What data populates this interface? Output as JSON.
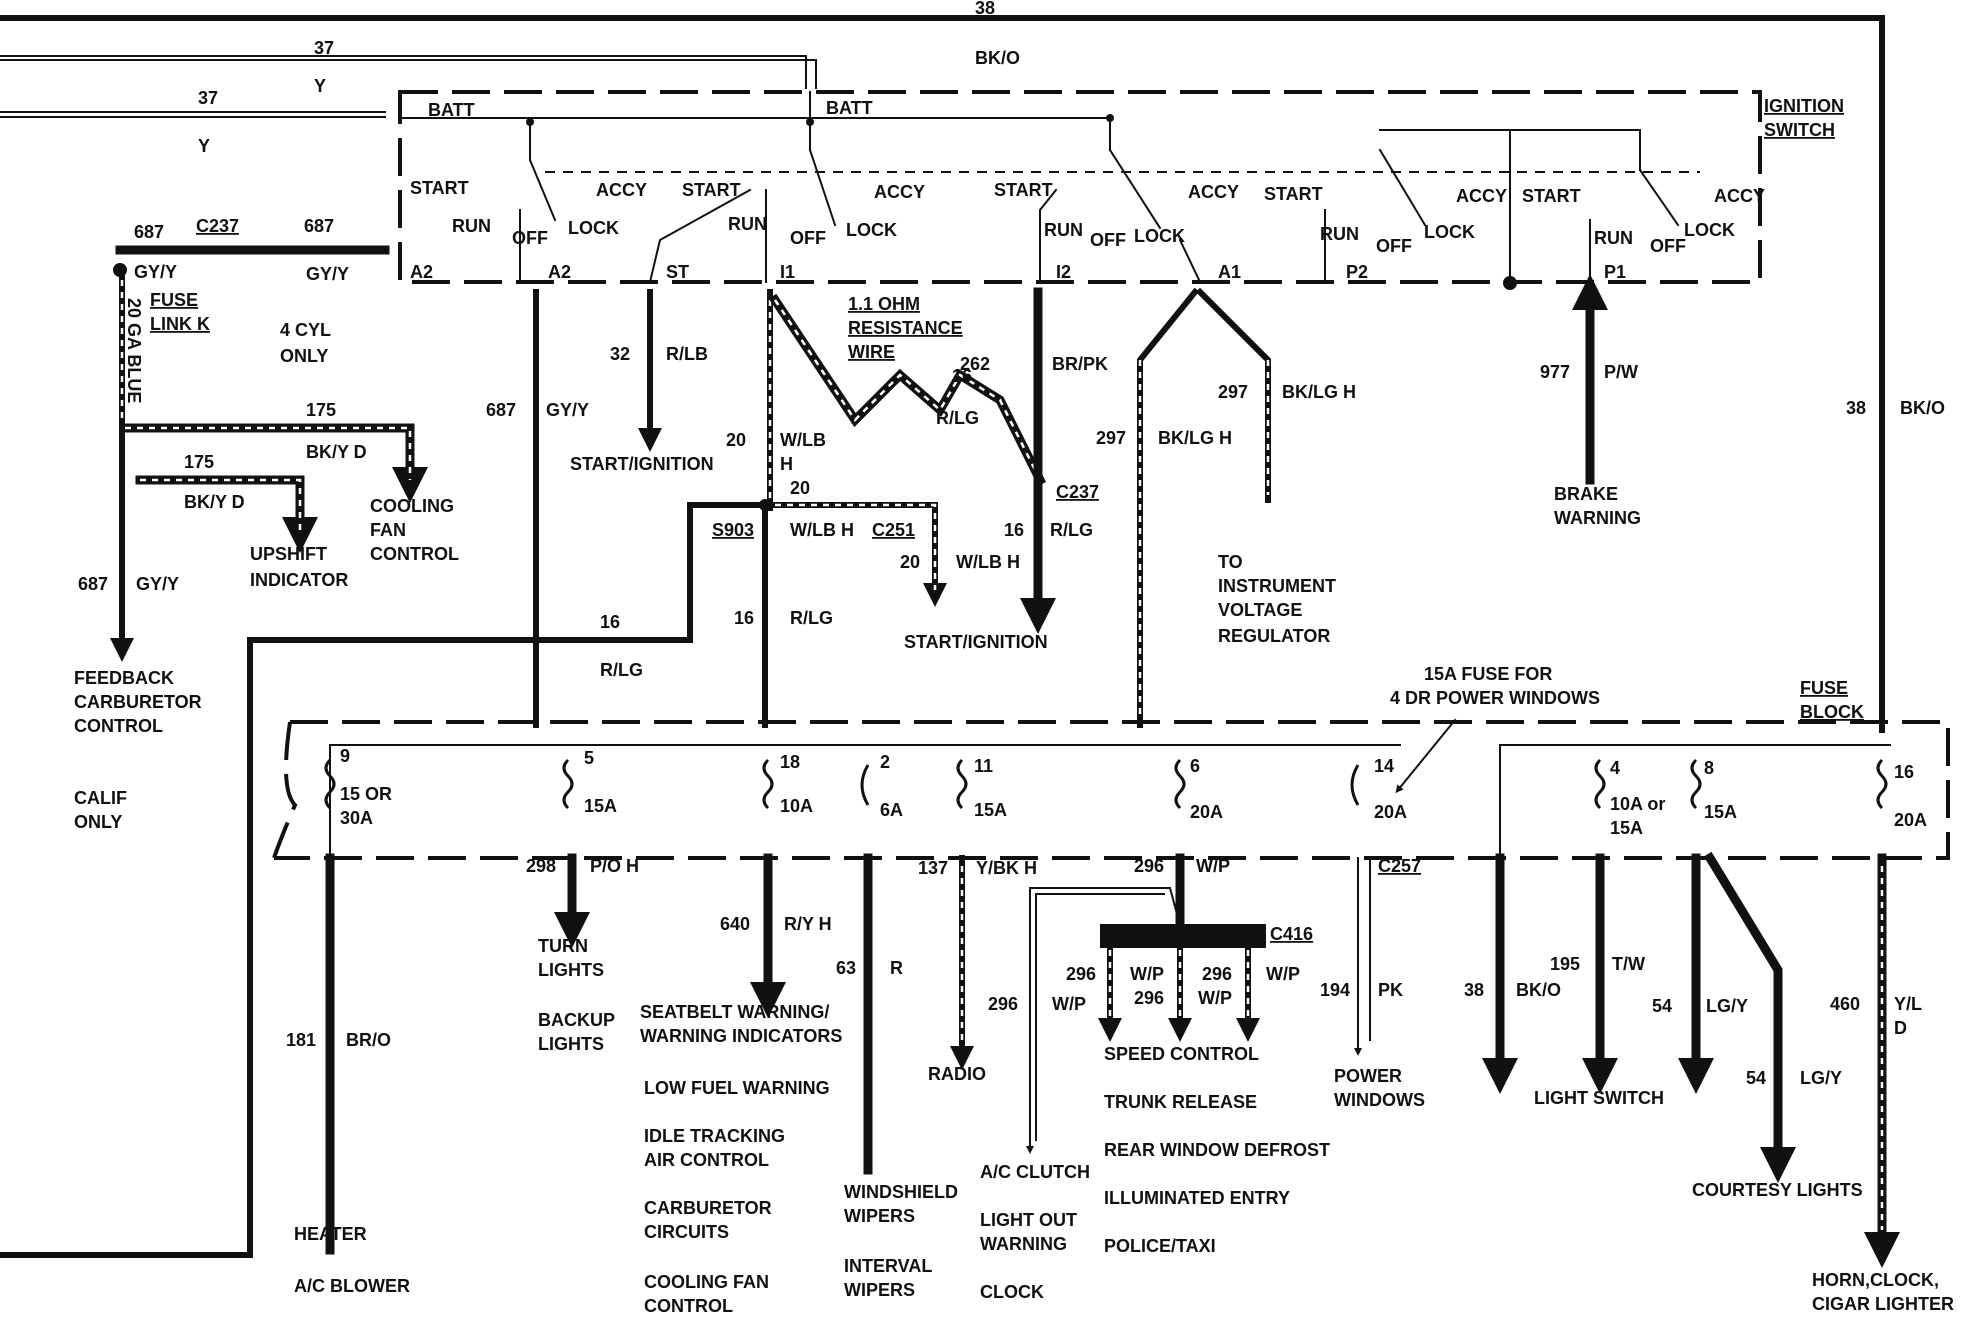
{
  "colors": {
    "ink": "#111111",
    "paper": "#ffffff"
  },
  "top": {
    "c38": "38",
    "bko_top": "BK/O",
    "c37a": "37",
    "ya": "Y",
    "c37b": "37",
    "yb": "Y"
  },
  "ignition": {
    "title1": "IGNITION",
    "title2": "SWITCH",
    "batt": "BATT",
    "start": "START",
    "run": "RUN",
    "off": "OFF",
    "lock": "LOCK",
    "accy": "ACCY",
    "a2": "A2",
    "st": "ST",
    "i1": "I1",
    "i2": "I2",
    "a1": "A1",
    "p2": "P2",
    "p1": "P1"
  },
  "left": {
    "c687a": "687",
    "c237": "C237",
    "c687b": "687",
    "gyy1": "GY/Y",
    "gyy2": "GY/Y",
    "fuse1": "FUSE",
    "fuse2": "LINK K",
    "ga": "20 GA BLUE",
    "cyl1": "4 CYL",
    "cyl2": "ONLY",
    "c175a": "175",
    "bkyd1": "BK/Y D",
    "c175b": "175",
    "bkyd2": "BK/Y D",
    "cool1": "COOLING",
    "cool2": "FAN",
    "cool3": "CONTROL",
    "up1": "UPSHIFT",
    "up2": "INDICATOR",
    "c687c": "687",
    "gyy3": "GY/Y",
    "fb1": "FEEDBACK",
    "fb2": "CARBURETOR",
    "fb3": "CONTROL",
    "calif1": "CALIF",
    "calif2": "ONLY"
  },
  "middle": {
    "c687d": "687",
    "gyy4": "GY/Y",
    "c32": "32",
    "rlb": "R/LB",
    "startign1": "START/IGNITION",
    "res1": "1.1 OHM",
    "res2": "RESISTANCE",
    "res3": "WIRE",
    "c20a": "20",
    "wlb1": "W/LB",
    "h1": "H",
    "c16a": "16",
    "rlg1": "R/LG",
    "c262": "262",
    "brpk": "BR/PK",
    "c237b": "C237",
    "c16b": "16",
    "rlg2": "R/LG",
    "c20b": "20",
    "s903": "S903",
    "wlbh1": "W/LB H",
    "c251": "C251",
    "c20c": "20",
    "wlbh2": "W/LB H",
    "startign2": "START/IGNITION",
    "c16c": "16",
    "rlg3": "R/LG",
    "c16d": "16",
    "rlg4": "R/LG",
    "c297a": "297",
    "bklgh1": "BK/LG H",
    "c297b": "297",
    "bklgh2": "BK/LG H",
    "to1": "TO",
    "to2": "INSTRUMENT",
    "to3": "VOLTAGE",
    "to4": "REGULATOR",
    "c977": "977",
    "pw": "P/W",
    "brake1": "BRAKE",
    "brake2": "WARNING",
    "c38b": "38",
    "bko2": "BK/O",
    "note1": "15A FUSE FOR",
    "note2": "4 DR POWER WINDOWS"
  },
  "fuseblock": {
    "title1": "FUSE",
    "title2": "BLOCK",
    "f9": "9",
    "r9a": "15 OR",
    "r9b": "30A",
    "f5": "5",
    "r5": "15A",
    "f18": "18",
    "r18": "10A",
    "f2": "2",
    "r2": "6A",
    "f11": "11",
    "r11": "15A",
    "f6": "6",
    "r6": "20A",
    "f14": "14",
    "r14": "20A",
    "f4": "4",
    "r4a": "10A or",
    "r4b": "15A",
    "f8": "8",
    "r8": "15A",
    "f16": "16",
    "r16": "20A"
  },
  "outputs": {
    "c181": "181",
    "bro": "BR/O",
    "heater": "HEATER",
    "acblower": "A/C BLOWER",
    "c298": "298",
    "poh": "P/O H",
    "turn1": "TURN",
    "turn2": "LIGHTS",
    "back1": "BACKUP",
    "back2": "LIGHTS",
    "c640": "640",
    "ryh": "R/Y H",
    "sb1": "SEATBELT WARNING/",
    "sb2": "WARNING INDICATORS",
    "lowfuel": "LOW FUEL WARNING",
    "idle1": "IDLE TRACKING",
    "idle2": "AIR CONTROL",
    "carb1": "CARBURETOR",
    "carb2": "CIRCUITS",
    "cf1": "COOLING FAN",
    "cf2": "CONTROL",
    "c63": "63",
    "r": "R",
    "ws1": "WINDSHIELD",
    "ws2": "WIPERS",
    "iw1": "INTERVAL",
    "iw2": "WIPERS",
    "c137": "137",
    "ybkh": "Y/BK H",
    "radio": "RADIO",
    "c296a": "296",
    "wp1": "W/P",
    "c416": "C416",
    "c296b": "296",
    "wp2": "W/P",
    "c296c": "296",
    "wp3": "W/P",
    "c296d": "296",
    "wp4": "W/P",
    "c296e": "296",
    "wp5": "W/P",
    "acclutch": "A/C CLUTCH",
    "lo1": "LIGHT OUT",
    "lo2": "WARNING",
    "clock": "CLOCK",
    "speed": "SPEED CONTROL",
    "trunk": "TRUNK RELEASE",
    "rear": "REAR WINDOW DEFROST",
    "illum": "ILLUMINATED ENTRY",
    "police": "POLICE/TAXI",
    "c257": "C257",
    "c194": "194",
    "pk": "PK",
    "pw1": "POWER",
    "pw2": "WINDOWS",
    "c38c": "38",
    "bko3": "BK/O",
    "c195": "195",
    "tw": "T/W",
    "light": "LIGHT SWITCH",
    "c54a": "54",
    "lgy1": "LG/Y",
    "c54b": "54",
    "lgy2": "LG/Y",
    "courtesy": "COURTESY LIGHTS",
    "c460": "460",
    "yl": "Y/L",
    "d": "D",
    "horn1": "HORN,CLOCK,",
    "horn2": "CIGAR LIGHTER"
  }
}
